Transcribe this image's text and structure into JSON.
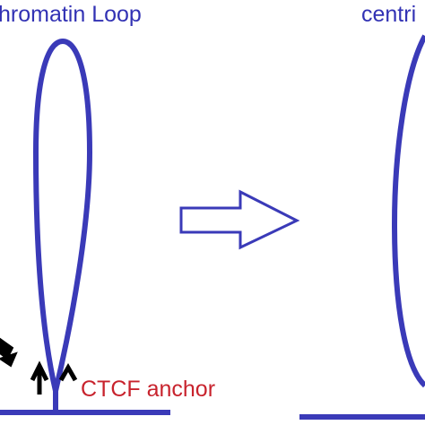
{
  "labels": {
    "left_title": "hromatin Loop",
    "right_title": "centri",
    "anchor": "CTCF anchor"
  },
  "colors": {
    "loop": "#3a3ab8",
    "title": "#3232b4",
    "anchor_text": "#c8232d",
    "arrow_stroke": "#3a3ab8",
    "arrow_fill": "#ffffff",
    "marks": "#000000"
  }
}
